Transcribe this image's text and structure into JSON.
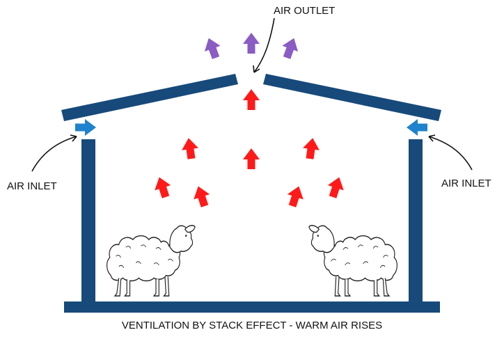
{
  "labels": {
    "air_outlet": "AIR OUTLET",
    "air_inlet_left": "AIR INLET",
    "air_inlet_right": "AIR INLET"
  },
  "caption": "VENTILATION BY STACK EFFECT - WARM AIR RISES",
  "colors": {
    "structure": "#174a7a",
    "warm_air": "#ff1a1a",
    "inlet_air": "#1f82cc",
    "outlet_air": "#8a5cc4",
    "sheep_outline": "#222222"
  },
  "icons": {
    "warm_air": "arrow-up-icon",
    "inlet_left": "arrow-right-icon",
    "inlet_right": "arrow-left-icon",
    "outlet": "arrow-up-icon",
    "animal": "sheep-icon"
  }
}
